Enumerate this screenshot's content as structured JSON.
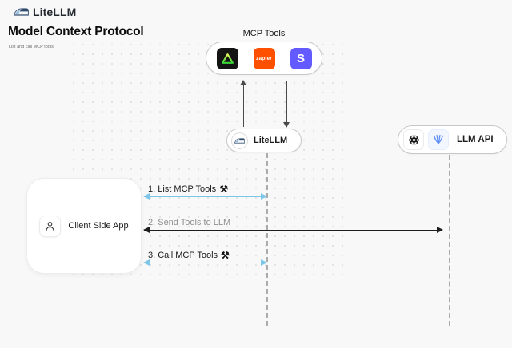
{
  "header": {
    "brand": "LiteLLM",
    "title": "Model Context Protocol",
    "subtitle": "List and call MCP tools"
  },
  "mcp": {
    "label": "MCP Tools",
    "tools": [
      {
        "name": "green-triangle-tool"
      },
      {
        "name": "zapier",
        "label": "zapier"
      },
      {
        "name": "stripe",
        "label": "S"
      }
    ]
  },
  "nodes": {
    "litellm": {
      "label": "LiteLLM"
    },
    "llm_api": {
      "label": "LLM API"
    },
    "client": {
      "label": "Client Side App"
    }
  },
  "sequence": {
    "step1": {
      "label": "1. List MCP Tools"
    },
    "step2": {
      "label": "2. Send Tools to LLM"
    },
    "step3": {
      "label": "3. Call MCP Tools"
    }
  },
  "icons": {
    "tools_glyph": "⚒"
  },
  "colors": {
    "background": "#F8F8F8",
    "arrow_blue": "#7CC6EA",
    "arrow_black": "#1D1D1F",
    "zapier_orange": "#FF4F00",
    "stripe_purple": "#635BFF",
    "triangle_green": "#35D435",
    "lifeline_gray": "#ABABAB"
  }
}
